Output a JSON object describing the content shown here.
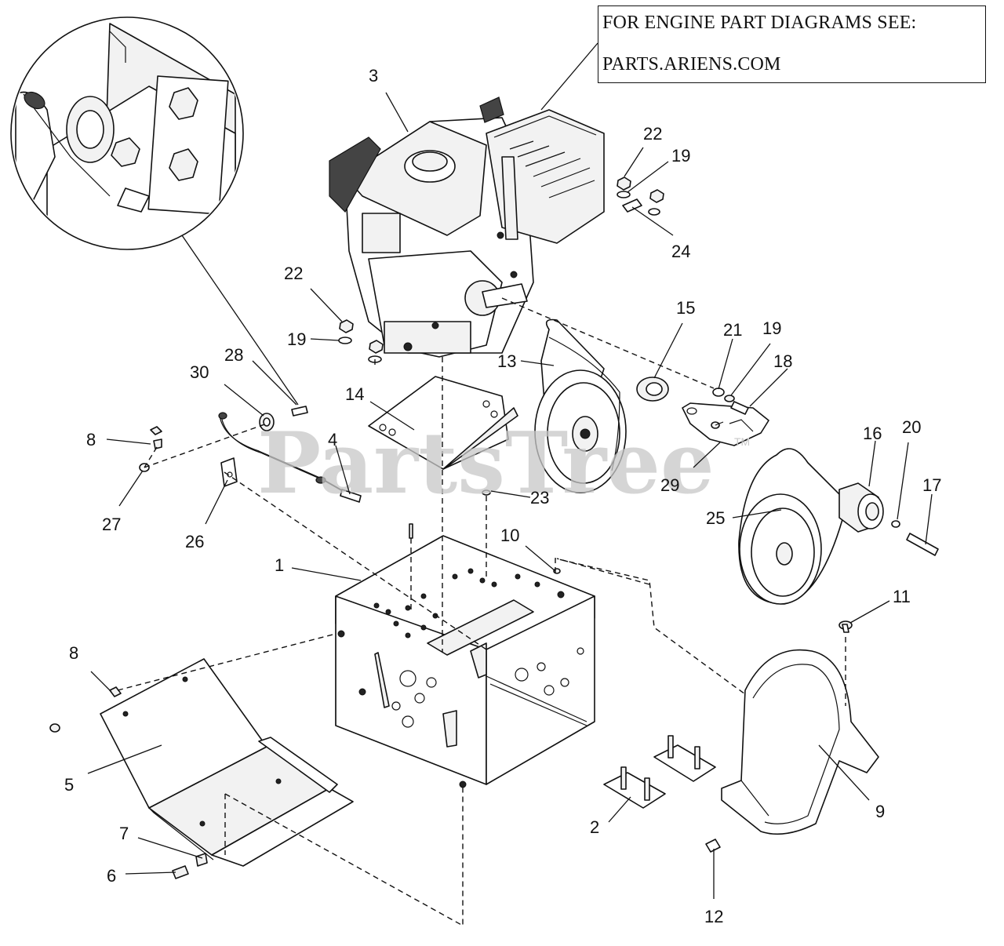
{
  "note": {
    "line1": "FOR ENGINE PART DIAGRAMS SEE:",
    "line2": "PARTS.ARIENS.COM"
  },
  "watermark": {
    "text": "PartsTree",
    "trademark": "TM"
  },
  "callouts": {
    "c1": "1",
    "c2": "2",
    "c3": "3",
    "c4": "4",
    "c5": "5",
    "c6": "6",
    "c7": "7",
    "c8a": "8",
    "c8b": "8",
    "c9": "9",
    "c10": "10",
    "c11": "11",
    "c12": "12",
    "c13": "13",
    "c14": "14",
    "c15": "15",
    "c16": "16",
    "c17": "17",
    "c18": "18",
    "c19a": "19",
    "c19b": "19",
    "c19c": "19",
    "c20": "20",
    "c21": "21",
    "c22a": "22",
    "c22b": "22",
    "c23": "23",
    "c24": "24",
    "c25": "25",
    "c26": "26",
    "c27": "27",
    "c28": "28",
    "c29": "29",
    "c30": "30"
  },
  "colors": {
    "line": "#111111",
    "watermark": "#c8c8c8",
    "background": "#ffffff"
  }
}
